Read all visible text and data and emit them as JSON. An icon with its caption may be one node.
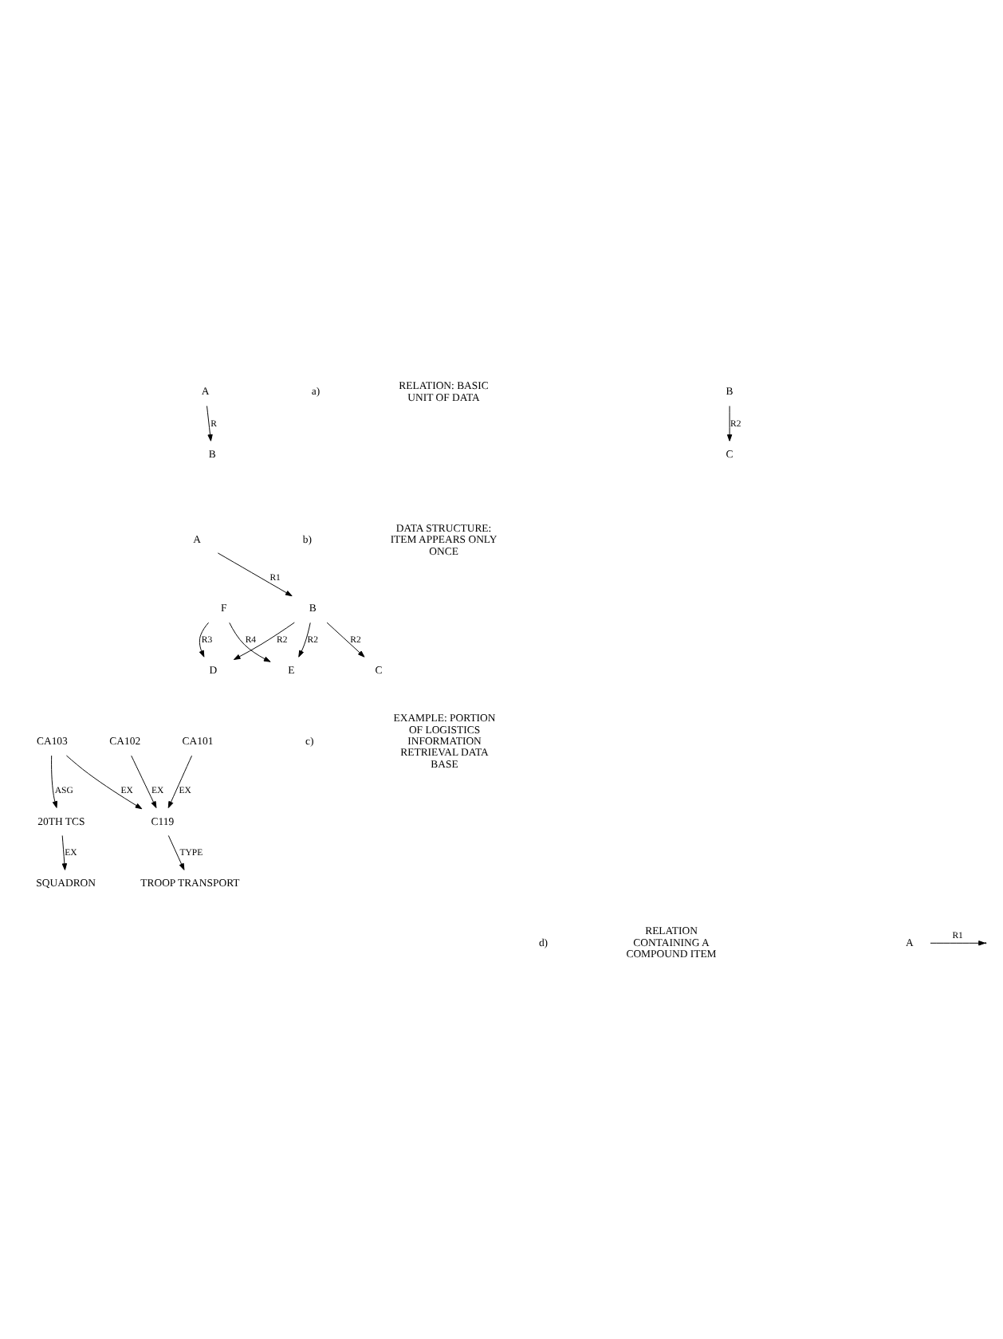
{
  "diagram": {
    "nodes": [
      {
        "text": [
          "A"
        ]
      },
      {
        "text": [
          "B"
        ]
      },
      {
        "text": [
          "A"
        ]
      },
      {
        "text": [
          "B"
        ]
      },
      {
        "text": [
          "C"
        ]
      },
      {
        "text": [
          "D"
        ]
      },
      {
        "text": [
          "E"
        ]
      },
      {
        "text": [
          "F"
        ]
      },
      {
        "text": [
          "TROOP TRANSPORT"
        ]
      },
      {
        "text": [
          "C119"
        ]
      },
      {
        "text": [
          "CA101"
        ]
      },
      {
        "text": [
          "CA102"
        ]
      },
      {
        "text": [
          "CA103"
        ]
      },
      {
        "text": [
          "20TH TCS"
        ]
      },
      {
        "text": [
          "SQUADRON"
        ]
      },
      {
        "text": [
          "A"
        ]
      },
      {
        "text": [
          "B"
        ]
      },
      {
        "text": [
          "C"
        ]
      }
    ],
    "edges": [
      {
        "from": 0,
        "to": 1,
        "arrow": "to",
        "label": "R"
      },
      {
        "from": 2,
        "to": 3,
        "arrow": "to",
        "label": "R1"
      },
      {
        "from": 3,
        "to": 4,
        "arrow": "to",
        "label": "R2"
      },
      {
        "from": 3,
        "to": 5,
        "arrow": "to",
        "label": "R2"
      },
      {
        "from": 3,
        "to": 6,
        "arrow": "to",
        "label": "R2"
      },
      {
        "from": 7,
        "to": 5,
        "arrow": "to",
        "label": "R3"
      },
      {
        "from": 7,
        "to": 6,
        "arrow": "to",
        "label": "R4"
      },
      {
        "from": 9,
        "to": 8,
        "arrow": "to",
        "label": "TYPE"
      },
      {
        "from": 10,
        "to": 9,
        "arrow": "to",
        "label": "EX"
      },
      {
        "from": 11,
        "to": 9,
        "arrow": "to",
        "label": "EX"
      },
      {
        "from": 12,
        "to": 9,
        "arrow": "to",
        "label": "EX"
      },
      {
        "from": 12,
        "to": 13,
        "arrow": "to",
        "label": "ASG"
      },
      {
        "from": 13,
        "to": 14,
        "arrow": "to",
        "label": "EX"
      },
      {
        "from": 15,
        "to": null,
        "arrow": "to",
        "label": "R1"
      },
      {
        "from": 16,
        "to": 17,
        "arrow": "to",
        "label": "R2"
      }
    ],
    "labels": [
      "a)",
      "RELATION: BASIC UNIT OF DATA",
      "b)",
      "DATA STRUCTURE: ITEM APPEARS ONLY ONCE",
      "c)",
      "EXAMPLE: PORTION OF LOGISTICS INFORMATION RETRIEVAL DATA BASE",
      "d)",
      "RELATION CONTAINING A COMPOUND ITEM"
    ]
  }
}
